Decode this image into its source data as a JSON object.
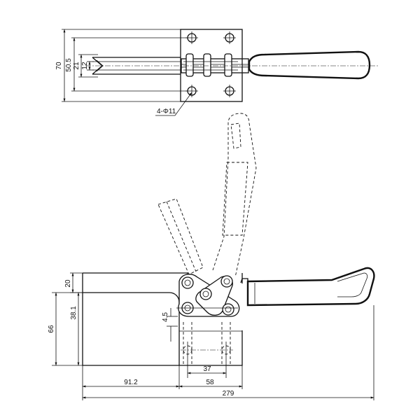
{
  "top_view": {
    "dims": {
      "overall_height": "70",
      "mount_span": "50.5",
      "spindle_span": "21",
      "tip_width": "12"
    },
    "hole_callout": "4-Φ11"
  },
  "side_view": {
    "dims": {
      "base_to_pivot": "20",
      "pivot_height": "38.1",
      "overall_height": "66",
      "min_height": "4.5",
      "hole_pitch": "37",
      "spindle_reach": "91.2",
      "base_length": "58",
      "overall_length": "279"
    }
  }
}
